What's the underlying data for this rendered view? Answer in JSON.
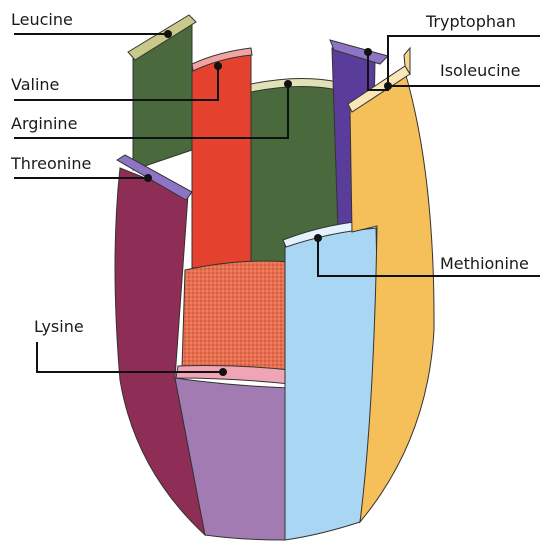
{
  "diagram": {
    "labels": {
      "leucine": "Leucine",
      "valine": "Valine",
      "arginine": "Arginine",
      "threonine": "Threonine",
      "lysine": "Lysine",
      "tryptophan": "Tryptophan",
      "isoleucine": "Isoleucine",
      "methionine": "Methionine"
    },
    "colors": {
      "leucine": "#4a6a3e",
      "valine": "#e5412f",
      "arginine": "#4a6a3e",
      "threonine": "#8e2d55",
      "lysine": "#e07057",
      "tryptophan": "#5a3c9a",
      "isoleucine": "#f5bf5a",
      "methionine": "#a9d6f2",
      "base_front": "#a27bb3"
    }
  }
}
